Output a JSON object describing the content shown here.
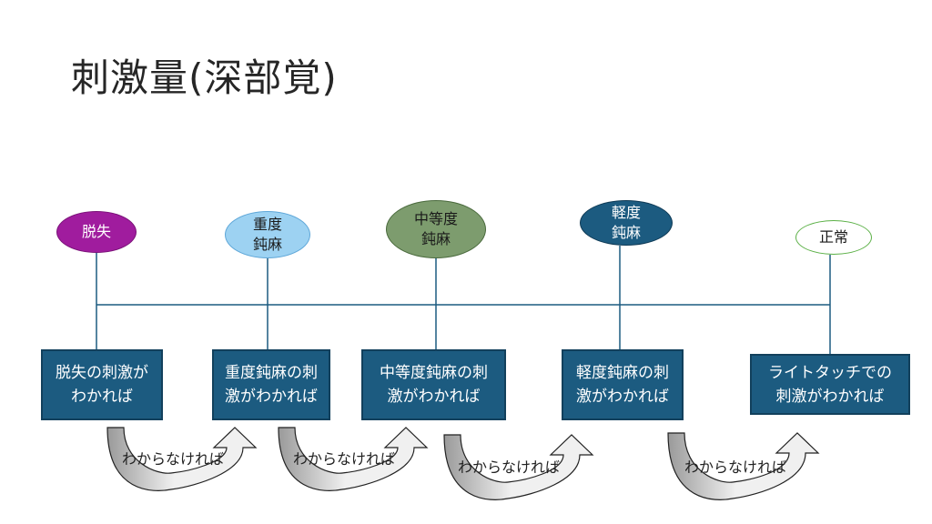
{
  "title": "刺激量(深部覚)",
  "levels": [
    {
      "label": "脱失",
      "fill": "#a01c9e",
      "stroke": "#7a1278",
      "text_color": "#ffffff"
    },
    {
      "label": "重度\n鈍麻",
      "fill": "#9dd2f2",
      "stroke": "#5fa7d8",
      "text_color": "#1a1a1a"
    },
    {
      "label": "中等度\n鈍麻",
      "fill": "#7d9c6e",
      "stroke": "#4a6a3d",
      "text_color": "#1a1a1a"
    },
    {
      "label": "軽度\n鈍麻",
      "fill": "#1c5b80",
      "stroke": "#0f3a55",
      "text_color": "#ffffff"
    },
    {
      "label": "正常",
      "fill": "#ffffff",
      "stroke": "#5bb046",
      "text_color": "#1a1a1a"
    }
  ],
  "boxes": [
    {
      "label": "脱失の刺激が\nわかれば"
    },
    {
      "label": "重度鈍麻の刺\n激がわかれば"
    },
    {
      "label": "中等度鈍麻の刺\n激がわかれば"
    },
    {
      "label": "軽度鈍麻の刺\n激がわかれば"
    },
    {
      "label": "ライトタッチでの\n刺激がわかれば"
    }
  ],
  "transitions": [
    {
      "label": "わからなければ"
    },
    {
      "label": "わからなければ"
    },
    {
      "label": "わからなければ"
    },
    {
      "label": "わからなければ"
    }
  ],
  "colors": {
    "connector": "#1c5b80",
    "arrow_fill_light": "#f0f0f0",
    "arrow_fill_dark": "#9a9a9a",
    "arrow_stroke": "#222222"
  }
}
